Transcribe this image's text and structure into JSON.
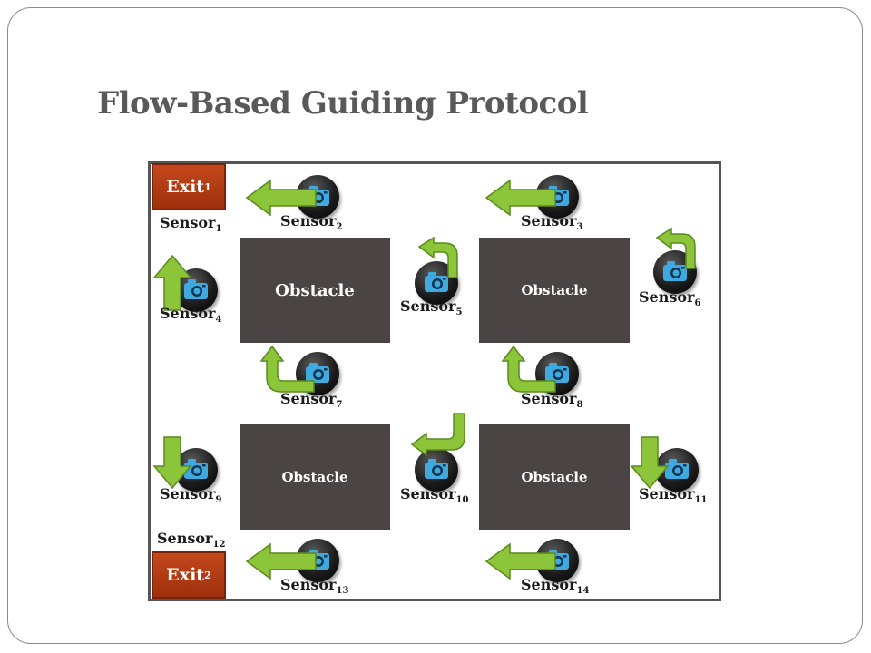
{
  "title": "Flow-Based Guiding Protocol",
  "obstacles": [
    "Obstacle",
    "Obstacle",
    "Obstacle",
    "Obstacle"
  ],
  "exits": [
    {
      "name": "Exit",
      "num": "1"
    },
    {
      "name": "Exit",
      "num": "2"
    }
  ],
  "sensor_name": "Sensor",
  "sensors": [
    "1",
    "2",
    "3",
    "4",
    "5",
    "6",
    "7",
    "8",
    "9",
    "10",
    "11",
    "12",
    "13",
    "14"
  ],
  "colors": {
    "arrow": "#8cc43a",
    "obstacle": "#4a4544",
    "exit": "#b33d14",
    "camera": "#3fa9e0"
  },
  "icons": {
    "sensor": "camera-icon",
    "arrow": "green-arrow-icon"
  }
}
